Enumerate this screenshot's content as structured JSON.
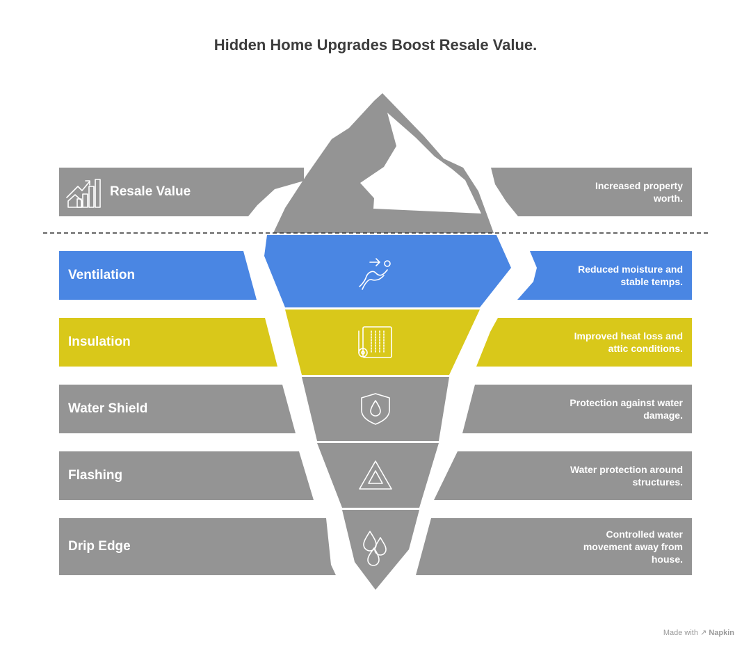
{
  "title": "Hidden Home Upgrades Boost Resale Value.",
  "colors": {
    "gray": "#949494",
    "blue": "#4a86e3",
    "yellow": "#d9c81a",
    "white": "#ffffff"
  },
  "tiers": [
    {
      "label": "Resale Value",
      "description_lines": [
        "Increased property",
        "worth."
      ],
      "icon": "growth-chart-house-icon",
      "color": "gray"
    },
    {
      "label": "Ventilation",
      "description_lines": [
        "Reduced moisture and",
        "stable temps."
      ],
      "icon": "airflow-icon",
      "color": "blue"
    },
    {
      "label": "Insulation",
      "description_lines": [
        "Improved heat loss and",
        "attic conditions."
      ],
      "icon": "insulation-roll-icon",
      "color": "yellow"
    },
    {
      "label": "Water Shield",
      "description_lines": [
        "Protection against water",
        "damage."
      ],
      "icon": "water-shield-icon",
      "color": "gray"
    },
    {
      "label": "Flashing",
      "description_lines": [
        "Water protection around",
        "structures."
      ],
      "icon": "triangle-icon",
      "color": "gray"
    },
    {
      "label": "Drip Edge",
      "description_lines": [
        "Controlled water",
        "movement away from",
        "house."
      ],
      "icon": "water-drops-icon",
      "color": "gray"
    }
  ],
  "credit": {
    "prefix": "Made with",
    "brand": "Napkin"
  }
}
